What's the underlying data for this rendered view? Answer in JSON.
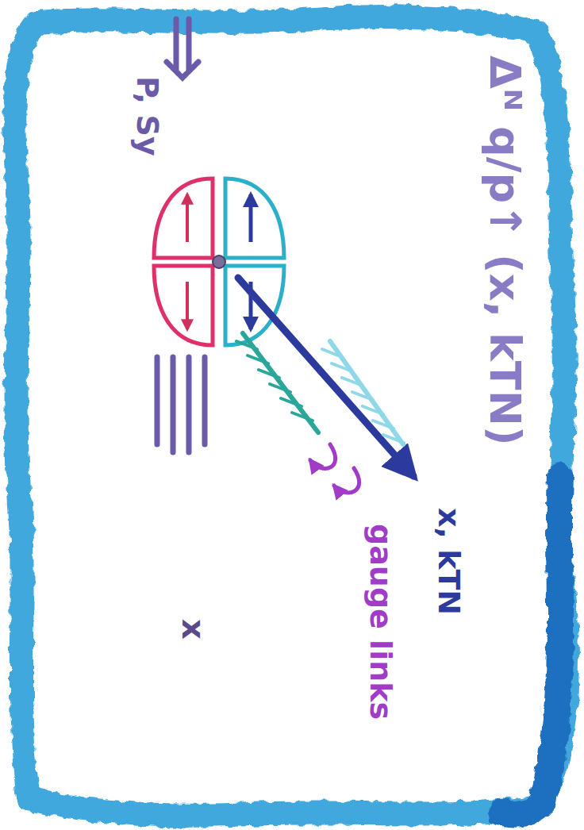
{
  "diagram": {
    "title": "Δᴺ q/p↑ (x, kTN)",
    "labels": [
      "x, kTN",
      "gauge links",
      "P, Sy",
      "x"
    ]
  }
}
